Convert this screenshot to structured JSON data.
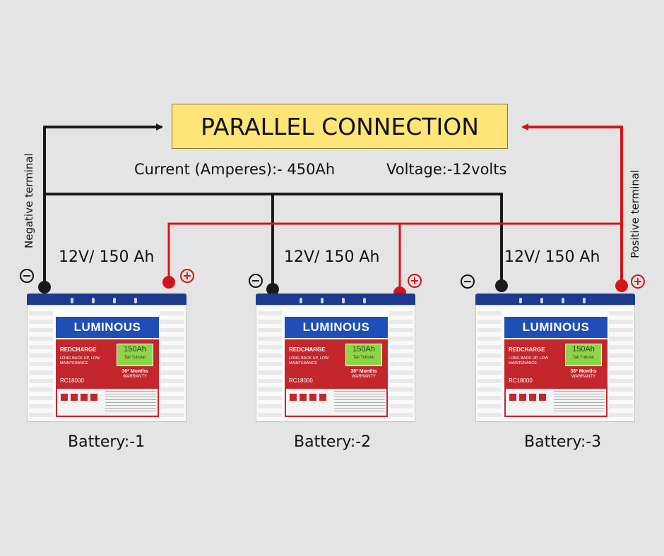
{
  "title": "PARALLEL CONNECTION",
  "current_text": "Current (Amperes):- 450Ah",
  "voltage_text": "Voltage:-12volts",
  "negative_terminal_label": "Negative terminal",
  "positive_terminal_label": "Positive terminal",
  "negative_symbol": "−",
  "positive_symbol": "+",
  "colors": {
    "negative_wire": "#1a1a1a",
    "positive_wire": "#d3141b",
    "title_box": "#fde577",
    "background": "#e4e4e4"
  },
  "batteries": [
    {
      "rating": "12V/ 150 Ah",
      "label": "Battery:-1",
      "brand": "LUMINOUS",
      "series": "REDCHARGE",
      "tagline": "LONG BACK UP, LOW MAINTENANCE",
      "model": "RC18000",
      "capacity": "150Ah",
      "capacity_sub": "Tall Tubular",
      "warranty_top": "36* Months",
      "warranty_bottom": "WARRANTY"
    },
    {
      "rating": "12V/ 150 Ah",
      "label": "Battery:-2",
      "brand": "LUMINOUS",
      "series": "REDCHARGE",
      "tagline": "LONG BACK UP, LOW MAINTENANCE",
      "model": "RC18000",
      "capacity": "150Ah",
      "capacity_sub": "Tall Tubular",
      "warranty_top": "36* Months",
      "warranty_bottom": "WARRANTY"
    },
    {
      "rating": "12V/ 150 Ah",
      "label": "Battery:-3",
      "brand": "LUMINOUS",
      "series": "REDCHARGE",
      "tagline": "LONG BACK UP, LOW MAINTENANCE",
      "model": "RC18000",
      "capacity": "150Ah",
      "capacity_sub": "Tall Tubular",
      "warranty_top": "36* Months",
      "warranty_bottom": "WARRANTY"
    }
  ]
}
